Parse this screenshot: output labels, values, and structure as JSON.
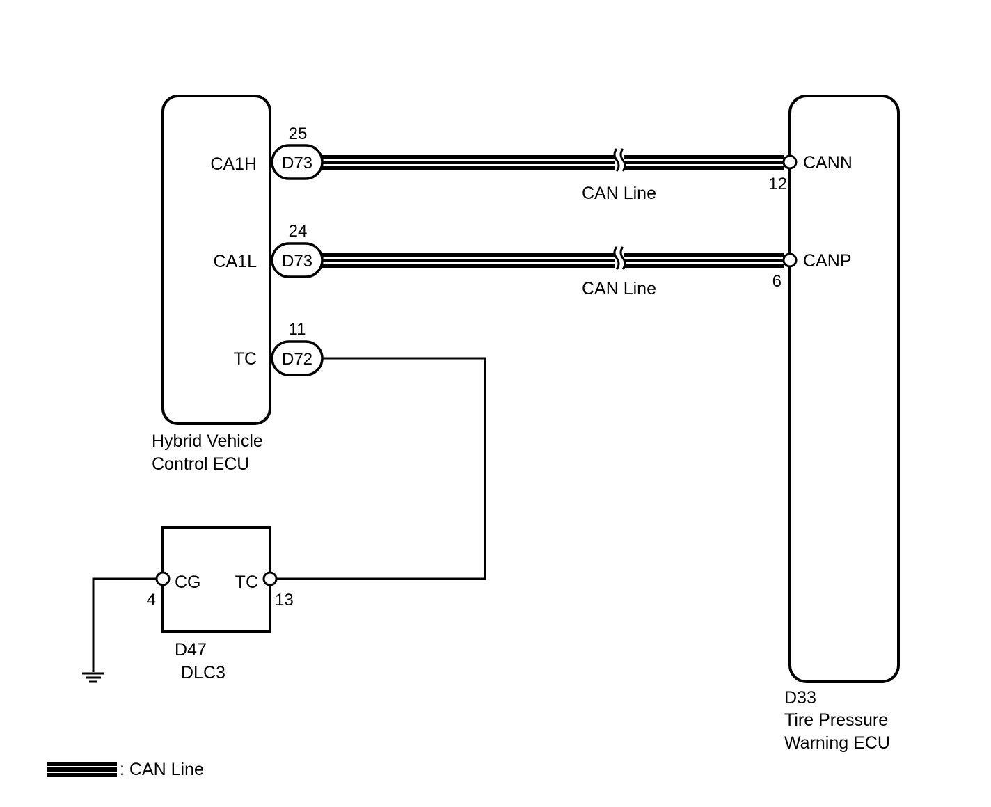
{
  "hv_ecu": {
    "name_line1": "Hybrid Vehicle",
    "name_line2": "Control ECU",
    "pins": [
      {
        "label": "CA1H",
        "connector": "D73",
        "number": "25"
      },
      {
        "label": "CA1L",
        "connector": "D73",
        "number": "24"
      },
      {
        "label": "TC",
        "connector": "D72",
        "number": "11"
      }
    ]
  },
  "tpw_ecu": {
    "code": "D33",
    "name_line1": "Tire Pressure",
    "name_line2": "Warning ECU",
    "pins": [
      {
        "label": "CANN",
        "number": "12"
      },
      {
        "label": "CANP",
        "number": "6"
      }
    ]
  },
  "can_lines": [
    {
      "label": "CAN Line"
    },
    {
      "label": "CAN Line"
    }
  ],
  "dlc3": {
    "code": "D47",
    "name": "DLC3",
    "pins": [
      {
        "label": "CG",
        "number": "4"
      },
      {
        "label": "TC",
        "number": "13"
      }
    ]
  },
  "legend": {
    "text": ": CAN Line"
  }
}
